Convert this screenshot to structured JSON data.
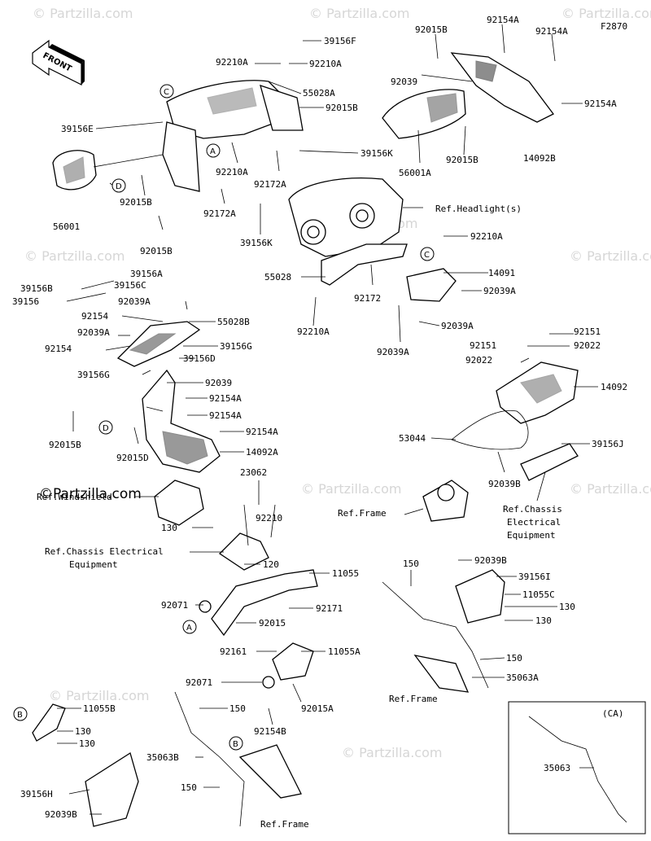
{
  "diagram_code": "F2870",
  "front_label": "FRONT",
  "watermark": "© Partzilla.com",
  "watermark_brand": "©Partzilla.com",
  "variant_label": "(CA)",
  "callouts": [
    "A",
    "B",
    "C",
    "D"
  ],
  "labels": {
    "l39156F": "39156F",
    "l92210A_1": "92210A",
    "l92210A_2": "92210A",
    "l92015B_1": "92015B",
    "l92154A_1": "92154A",
    "l92154A_2": "92154A",
    "l92154A_3": "92154A",
    "l55028A": "55028A",
    "l92015B_2": "92015B",
    "l92039_1": "92039",
    "l39156E": "39156E",
    "l39156K_1": "39156K",
    "l92015B_3": "92015B",
    "l92210A_3": "92210A",
    "l92172A_1": "92172A",
    "l56001A": "56001A",
    "l14092B": "14092B",
    "l56001": "56001",
    "l92015B_4": "92015B",
    "l92172A_2": "92172A",
    "l39156K_2": "39156K",
    "l92015B_5": "92015B",
    "lRefHeadlight": "Ref.Headlight(s)",
    "l92210A_4": "92210A",
    "l55028": "55028",
    "l92172": "92172",
    "l14091": "14091",
    "l92039A_1": "92039A",
    "l92210A_5": "92210A",
    "l92039A_2": "92039A",
    "l92039A_3": "92039A",
    "l39156A": "39156A",
    "l39156B": "39156B",
    "l39156C": "39156C",
    "l39156": "39156",
    "l92039A_4": "92039A",
    "l92154_1": "92154",
    "l55028B": "55028B",
    "l92039A_5": "92039A",
    "l92154_2": "92154",
    "l39156G_1": "39156G",
    "l39156D": "39156D",
    "l39156G_2": "39156G",
    "l92039_2": "92039",
    "l92154A_4": "92154A",
    "l92154A_5": "92154A",
    "l92015B_6": "92015B",
    "l92154A_6": "92154A",
    "l92015D": "92015D",
    "l14092A": "14092A",
    "l92151_1": "92151",
    "l92151_2": "92151",
    "l92022_1": "92022",
    "l92022_2": "92022",
    "l14092": "14092",
    "l53044": "53044",
    "l39156J": "39156J",
    "l92039B_1": "92039B",
    "lRefFrame_1": "Ref.Frame",
    "lRefChassis_1": "Ref.Chassis",
    "lRefChassis_1b": "Electrical",
    "lRefChassis_1c": "Equipment",
    "lRefWindshield": "Ref.Windshield",
    "l23062": "23062",
    "l92210": "92210",
    "l130_1": "130",
    "lRefChassis_2": "Ref.Chassis Electrical",
    "lRefChassis_2b": "Equipment",
    "l120": "120",
    "l11055": "11055",
    "l150_1": "150",
    "l92039B_2": "92039B",
    "l39156I": "39156I",
    "l11055C": "11055C",
    "l130_2": "130",
    "l130_3": "130",
    "l92071_1": "92071",
    "l92171": "92171",
    "l92015": "92015",
    "l92161": "92161",
    "l11055A": "11055A",
    "l150_2": "150",
    "l35063A": "35063A",
    "l92071_2": "92071",
    "l92015A": "92015A",
    "lRefFrame_2": "Ref.Frame",
    "l150_3": "150",
    "l92154B": "92154B",
    "l11055B": "11055B",
    "l130_4": "130",
    "l130_5": "130",
    "l35063B": "35063B",
    "l150_4": "150",
    "l35063": "35063",
    "l39156H": "39156H",
    "l92039B_3": "92039B",
    "lRefFrame_3": "Ref.Frame"
  }
}
